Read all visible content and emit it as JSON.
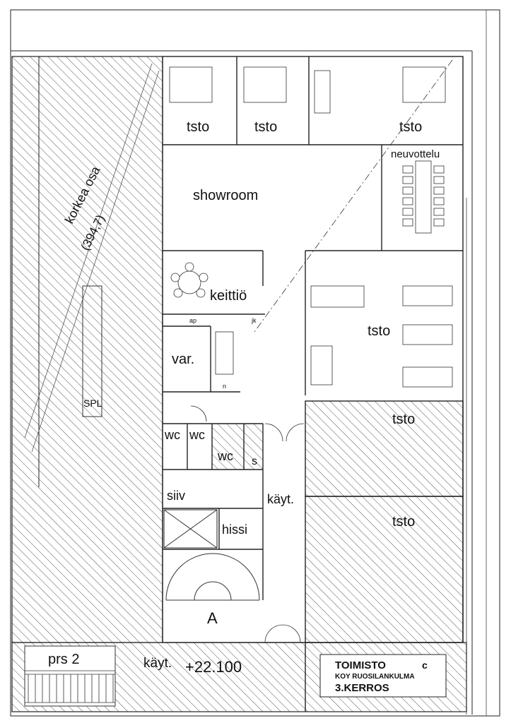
{
  "title_block": {
    "line1": "TOIMISTO",
    "line1_suffix": "c",
    "line2": "KOY RUOSILANKULMA",
    "line3": "3.KERROS"
  },
  "rooms": {
    "tsto_1": "tsto",
    "tsto_2": "tsto",
    "tsto_3": "tsto",
    "neuvottelu": "neuvottelu",
    "showroom": "showroom",
    "keittio": "keittiö",
    "ap": "ap",
    "jk": "jk",
    "n": "n",
    "var": "var.",
    "tsto_4": "tsto",
    "wc_1": "wc",
    "wc_2": "wc",
    "wc_3": "wc",
    "s": "s",
    "siiv": "siiv",
    "kayt": "käyt.",
    "hissi": "hissi",
    "tsto_5": "tsto",
    "tsto_6": "tsto",
    "stair_a": "A",
    "prs2": "prs 2",
    "kayt_bottom": "käyt.",
    "level": "+22.100",
    "spl": "SPL",
    "korkea_osa": "korkea osa",
    "korkea_height": "(394,7)"
  }
}
